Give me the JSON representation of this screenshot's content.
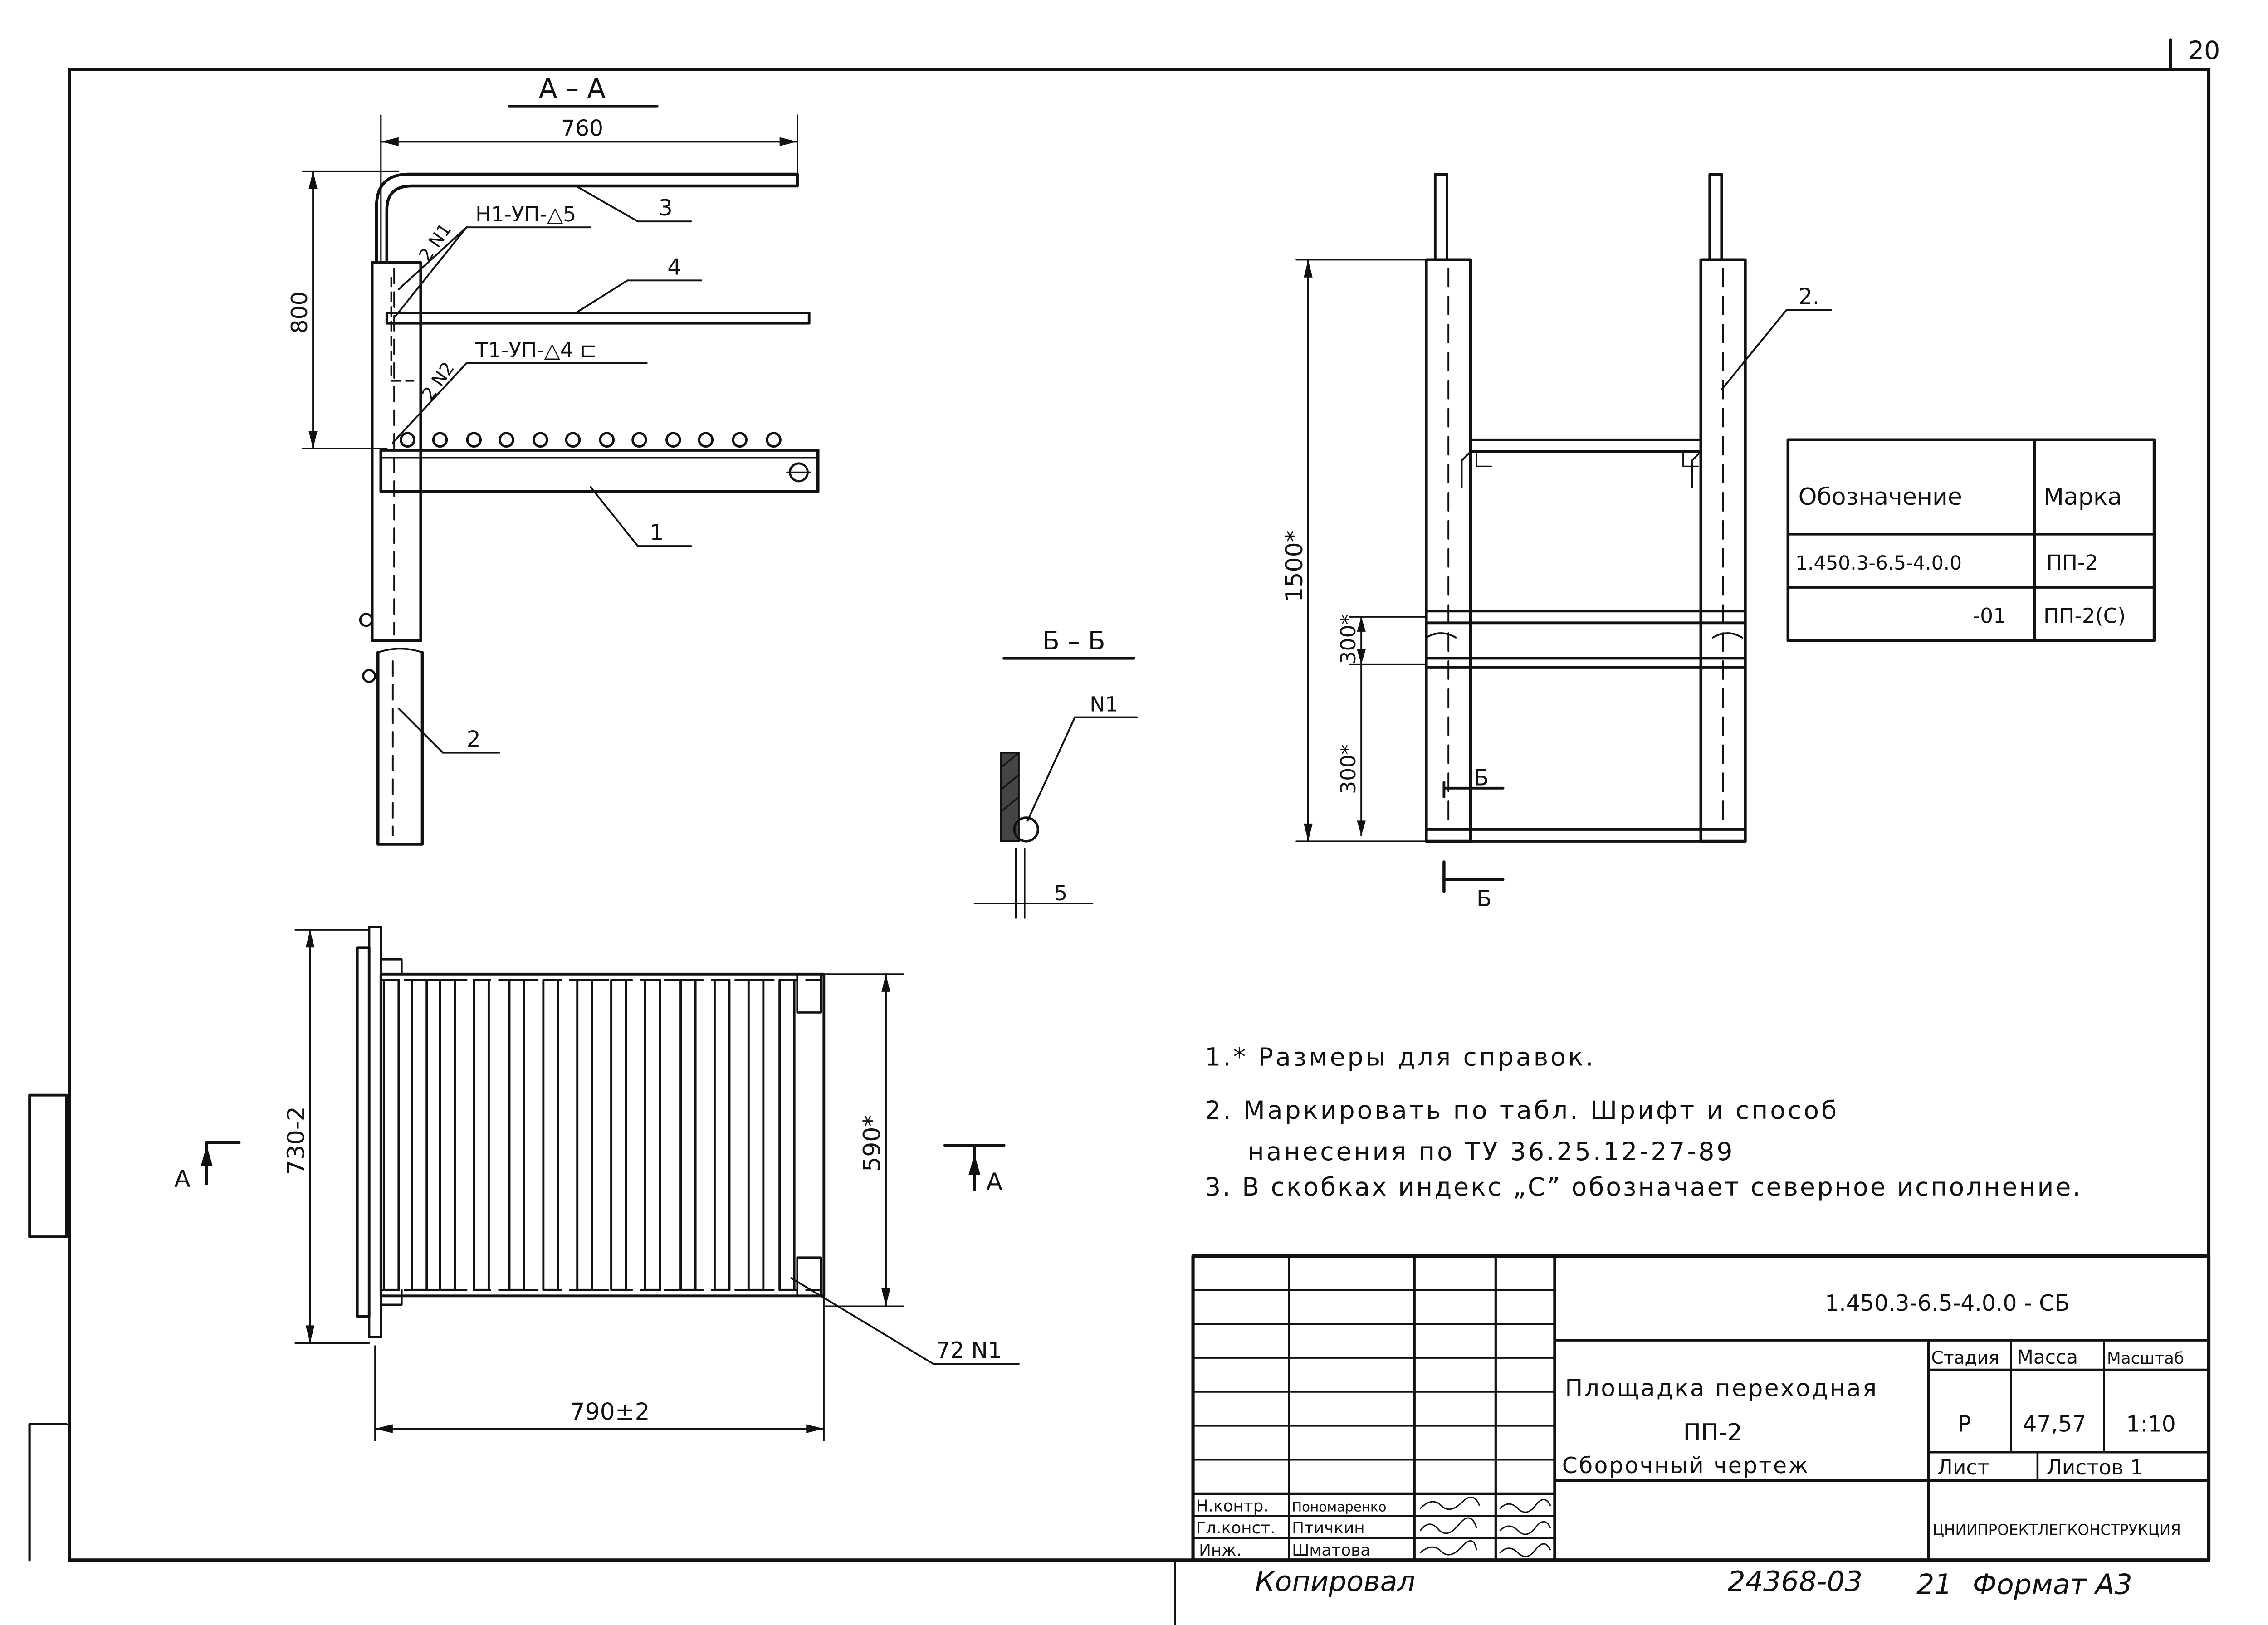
{
  "sheet": {
    "page_number": "20",
    "copied_by": "Копировал",
    "archive_number": "24368-03",
    "sheet_number_bottom": "21",
    "format": "Формат А3"
  },
  "views": {
    "section_aa": {
      "title": "А – А",
      "dim_width": "760",
      "dim_height": "800",
      "leader_3": "3",
      "leader_4": "4",
      "leader_1": "1",
      "leader_2": "2",
      "weld_1_mark": "2 N1",
      "weld_1_text": "Н1-УП-△5",
      "weld_2_mark": "2 N2",
      "weld_2_text": "Т1-УП-△4 ⊏"
    },
    "section_bb": {
      "title": "Б – Б",
      "leader_n1": "N1",
      "dim_5": "5"
    },
    "front_view": {
      "leader_2": "2.",
      "dim_1500": "1500*",
      "dim_300_top": "300*",
      "dim_300_bottom": "300*",
      "cut_label_top": "Б",
      "cut_label_bottom": "Б"
    },
    "plan_view": {
      "dim_height": "730-2",
      "dim_inner": "590*",
      "dim_width": "790±2",
      "leader_72": "72 N1",
      "cut_left": "А",
      "cut_right": "А"
    }
  },
  "marks_table": {
    "headers": [
      "Обозначение",
      "Марка"
    ],
    "rows": [
      [
        "1.450.3-6.5-4.0.0",
        "ПП-2"
      ],
      [
        "-01",
        "ПП-2(С)"
      ]
    ]
  },
  "notes": [
    "1.* Размеры для справок.",
    "2. Маркировать по табл. Шрифт и способ",
    "нанесения по ТУ 36.25.12-27-89",
    "3. В скобках индекс „С” обозначает северное исполнение."
  ],
  "title_block": {
    "doc_code": "1.450.3-6.5-4.0.0 - СБ",
    "title_line1": "Площадка переходная",
    "title_line2": "ПП-2",
    "title_line3": "Сборочный чертеж",
    "stage_header": "Стадия",
    "mass_header": "Масса",
    "scale_header": "Масштаб",
    "stage": "Р",
    "mass": "47,57",
    "scale": "1:10",
    "sheet_label": "Лист",
    "sheets_label": "Листов 1",
    "organization": "ЦНИИПРОЕКТЛЕГКОНСТРУКЦИЯ",
    "signatures": [
      {
        "role": "Н.контр.",
        "name": "Пономаренко"
      },
      {
        "role": "Гл.конст.",
        "name": "Птичкин"
      },
      {
        "role": "Инж.",
        "name": "Шматова"
      }
    ]
  }
}
